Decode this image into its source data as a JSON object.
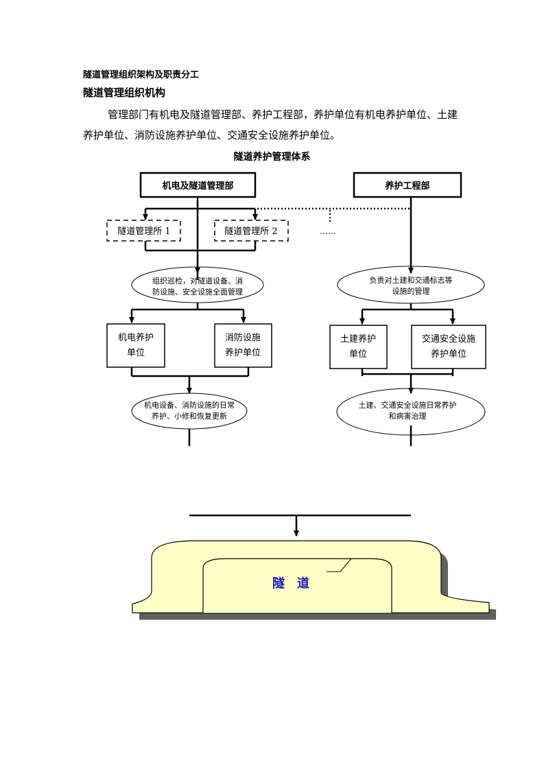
{
  "doc_title": "隧道管理组织架构及职责分工",
  "section_title": "隧道管理组织机构",
  "paragraph": "管理部门有机电及隧道管理部、养护工程部，养护单位有机电养护单位、土建养护单位、消防设施养护单位、交通安全设施养护单位。",
  "chart_title": "隧道养护管理体系",
  "chart": {
    "dept_electromech": "机电及隧道管理部",
    "dept_maintenance": "养护工程部",
    "office_1": "隧道管理所 1",
    "office_2": "隧道管理所 2",
    "ellipsis": "……",
    "duty_left_line1": "组织巡检，对隧道设备、消",
    "duty_left_line2": "防设施、安全设施全面管理",
    "duty_right_line1": "负责对土建和交通标志等",
    "duty_right_line2": "设施的管理",
    "unit_electromech_line1": "机电养护",
    "unit_electromech_line2": "单位",
    "unit_fire_line1": "消防设施",
    "unit_fire_line2": "养护单位",
    "unit_civil_line1": "土建养护",
    "unit_civil_line2": "单位",
    "unit_traffic_line1": "交通安全设施",
    "unit_traffic_line2": "养护单位",
    "task_left_line1": "机电设备、消防设施的日常",
    "task_left_line2": "养护、小修和恢复更新",
    "task_right_line1": "土建、交通安全设施日常养护",
    "task_right_line2": "和病害治理",
    "tunnel": "隧　道"
  },
  "colors": {
    "tunnel_fill": "#FFFFC8",
    "tunnel_text": "#1F1FB4",
    "shadow": "#606060"
  }
}
